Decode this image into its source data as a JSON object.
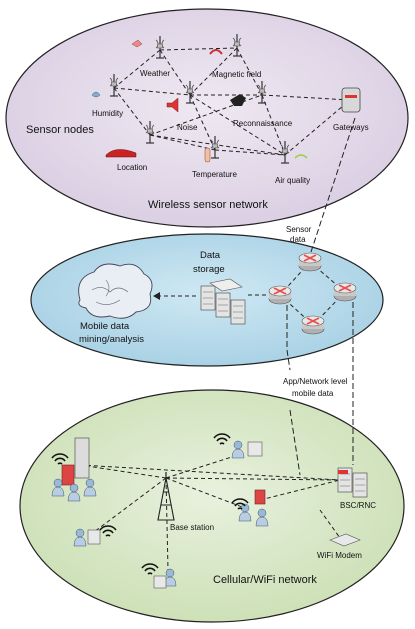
{
  "wsn": {
    "title": "Wireless sensor network",
    "region_label": "Sensor nodes",
    "nodes": {
      "weather": "Weather",
      "magnetic": "Magnetic field",
      "humidity": "Humidity",
      "noise": "Noise",
      "reconnaissance": "Reconnaissance",
      "gateways": "Gateways",
      "location": "Location",
      "temperature": "Temperature",
      "air_quality": "Air quality"
    }
  },
  "middle": {
    "sensor_data": [
      "Sensor",
      "data"
    ],
    "data_storage": [
      "Data",
      "storage"
    ],
    "mining": [
      "Mobile data",
      "mining/analysis"
    ]
  },
  "cellular": {
    "title": "Cellular/WiFi network",
    "app_level": [
      "App/Network level",
      "mobile data"
    ],
    "bsc": "BSC/RNC",
    "base_station": "Base station",
    "wifi_modem": "WiFi Modem"
  },
  "colors": {
    "top_ellipse": "#e2d8e8",
    "middle_ellipse": "#b8dcec",
    "bottom_ellipse": "#d9e8c8",
    "router": "#e85050"
  }
}
